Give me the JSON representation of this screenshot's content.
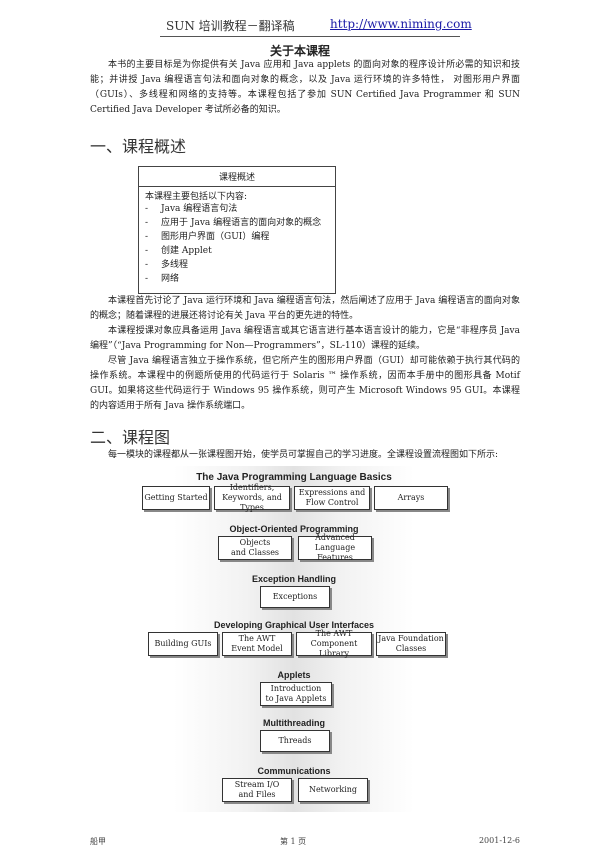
{
  "header": {
    "title": "SUN 培训教程－翻译稿",
    "url": "http://www.niming.com"
  },
  "about": {
    "title": "关于本课程",
    "paragraph": "本书的主要目标是为你提供有关 Java 应用和 Java applets 的面向对象的程序设计所必需的知识和技能；并讲授 Java 编程语言句法和面向对象的概念，以及 Java 运行环境的许多特性， 对图形用户界面（GUIs）、多线程和网络的支持等。本课程包括了参加 SUN Certified Java Programmer 和 SUN Certified Java Developer 考试所必备的知识。"
  },
  "section1": {
    "heading": "一、课程概述",
    "box": {
      "title": "课程概述",
      "intro": "本课程主要包括以下内容:",
      "items": [
        {
          "dash": "-",
          "text": "Java 编程语言句法"
        },
        {
          "dash": "-",
          "text": "应用于 Java 编程语言的面向对象的概念"
        },
        {
          "dash": "-",
          "text": "图形用户界面（GUI）编程"
        },
        {
          "dash": "-",
          "text": "创建 Applet"
        },
        {
          "dash": "-",
          "text": "多线程"
        },
        {
          "dash": "-",
          "text": "网络"
        }
      ]
    },
    "paragraphs": [
      "本课程首先讨论了 Java 运行环境和 Java 编程语言句法，然后阐述了应用于 Java 编程语言的面向对象的概念；随着课程的进展还将讨论有关 Java 平台的更先进的特性。",
      "本课程授课对象应具备运用 Java 编程语言或其它语言进行基本语言设计的能力，它是“非程序员 Java 编程”（“Java Programming for Non—Programmers”，SL-110）课程的延续。",
      "尽管 Java 编程语言独立于操作系统，但它所产生的图形用户界面（GUI）却可能依赖于执行其代码的操作系统。本课程中的例题所使用的代码运行于 Solaris ™ 操作系统，因而本手册中的图形具备 Motif GUI。如果将这些代码运行于 Windows 95 操作系统，则可产生 Microsoft Windows 95 GUI。本课程的内容适用于所有 Java 操作系统端口。"
    ]
  },
  "section2": {
    "heading": "二、课程图",
    "intro": "每一模块的课程都从一张课程图开始，使学员可掌握自己的学习进度。全课程设置流程图如下所示:"
  },
  "roadmap": {
    "basics": {
      "title": "The Java Programming Language Basics",
      "boxes": [
        "Getting Started",
        "Identifiers,\nKeywords, and Types",
        "Expressions and\nFlow Control",
        "Arrays"
      ]
    },
    "oop": {
      "title": "Object-Oriented Programming",
      "boxes": [
        "Objects\nand Classes",
        "Advanced\nLanguage Features"
      ]
    },
    "exceptions": {
      "title": "Exception Handling",
      "boxes": [
        "Exceptions"
      ]
    },
    "gui": {
      "title": "Developing Graphical User Interfaces",
      "boxes": [
        "Building GUIs",
        "The AWT\nEvent Model",
        "The AWT\nComponent Library",
        "Java Foundation\nClasses"
      ]
    },
    "applets": {
      "title": "Applets",
      "boxes": [
        "Introduction\nto Java Applets"
      ]
    },
    "threads": {
      "title": "Multithreading",
      "boxes": [
        "Threads"
      ]
    },
    "comm": {
      "title": "Communications",
      "boxes": [
        "Stream I/O\nand Files",
        "Networking"
      ]
    }
  },
  "footer": {
    "left": "船甲",
    "center": "第 1 页",
    "right": "2001-12-6"
  }
}
